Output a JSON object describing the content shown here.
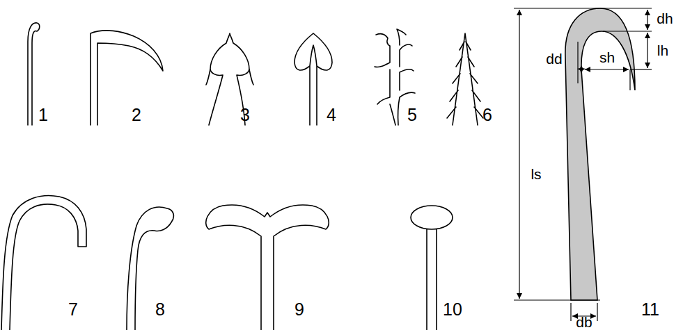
{
  "diagram": {
    "labels": [
      "1",
      "2",
      "3",
      "4",
      "5",
      "6",
      "7",
      "8",
      "9",
      "10",
      "11",
      "dh",
      "dd",
      "sh",
      "lh",
      "ls",
      "db"
    ]
  }
}
